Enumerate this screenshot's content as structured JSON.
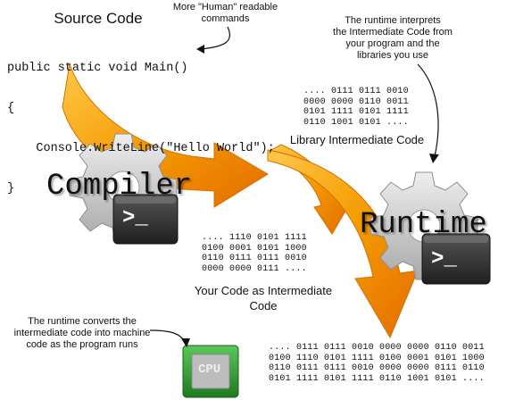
{
  "source": {
    "title": "Source Code",
    "lines": [
      "public static void Main()",
      "{",
      "    Console.WriteLine(\"Hello World\");",
      "}"
    ]
  },
  "human_note": "More \"Human\" readable\ncommands",
  "runtime_note": "The runtime interprets\nthe Intermediate Code from\nyour program and the\nlibraries you use",
  "library_il": {
    "binary": ".... 0111 0111 0010\n0000 0000 0110 0011\n0101 1111 0101 1111\n0110 1001 0101 ....",
    "label": "Library Intermediate Code"
  },
  "compiler_label": "Compiler",
  "runtime_label": "Runtime",
  "prompt_symbol": ">_",
  "your_il": {
    "binary": ".... 1110 0101 1111\n0100 0001 0101 1000\n0110 0111 0111 0010\n0000 0000 0111 ....",
    "label": "Your Code as Intermediate\nCode"
  },
  "convert_note": "The runtime converts the\nintermediate code into machine\ncode as the program runs",
  "cpu_label": "CPU",
  "machine_code": ".... 0111 0111 0010 0000 0000 0110 0011\n0100 1110 0101 1111 0100 0001 0101 1000\n0110 0111 0111 0010 0000 0000 0111 0110\n0101 1111 0101 1111 0110 1001 0101 ....",
  "colors": {
    "arrow": "#f28a00",
    "arrow_light": "#ffc000",
    "gear": "#c4c4c4",
    "terminal": "#2b2b2b",
    "cpu_green": "#3aa23a"
  }
}
